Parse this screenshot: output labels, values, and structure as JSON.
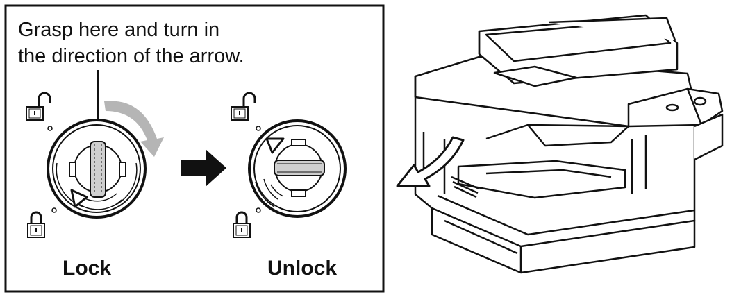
{
  "instruction": {
    "line1": "Grasp here and turn in",
    "line2": "the direction of the arrow."
  },
  "states": {
    "lock_label": "Lock",
    "unlock_label": "Unlock"
  },
  "icons": {
    "unlocked_padlock": "unlocked-padlock-icon",
    "locked_padlock": "locked-padlock-icon",
    "rotate_arrow": "curved-rotate-arrow-icon",
    "transition_arrow": "right-arrow-icon",
    "indicator": "triangle-indicator-icon",
    "device": "copier-machine-icon",
    "pull_arrow": "curved-pull-arrow-icon"
  },
  "colors": {
    "line": "#111111",
    "gray_arrow": "#b5b5b5",
    "handle_gray": "#c8c8c8"
  }
}
